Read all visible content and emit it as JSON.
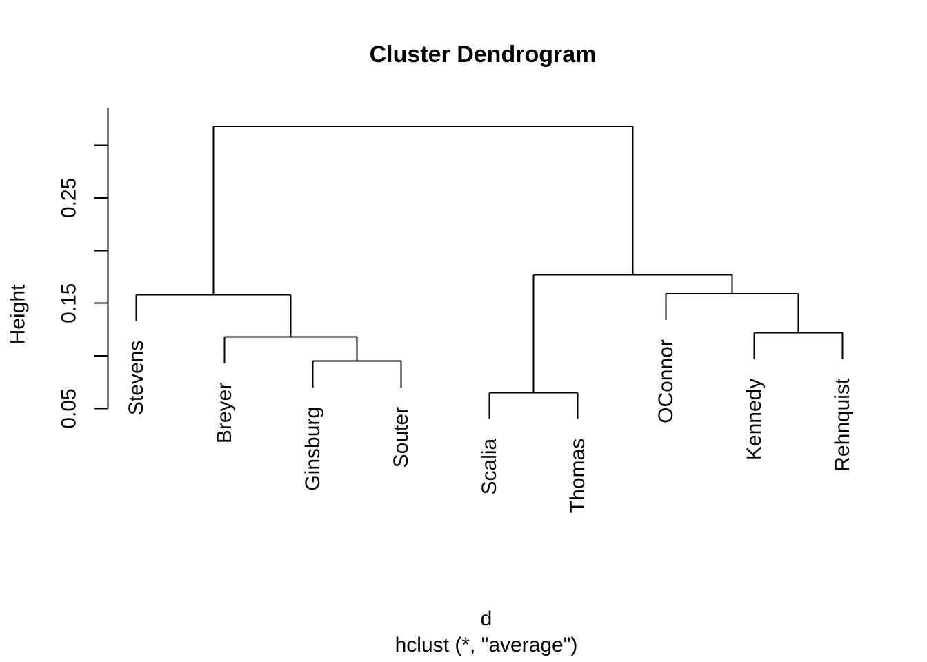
{
  "title": "Cluster Dendrogram",
  "colors": {
    "foreground": "#000000",
    "background": "#ffffff"
  },
  "chart_data": {
    "type": "dendrogram",
    "title": "Cluster Dendrogram",
    "ylabel": "Height",
    "xlabel": "d",
    "sub": "hclust (*, \"average\")",
    "linkage_method": "average",
    "distance_object": "d",
    "grid": false,
    "legend": "none",
    "leaves": [
      "Stevens",
      "Breyer",
      "Ginsburg",
      "Souter",
      "Scalia",
      "Thomas",
      "OConnor",
      "Kennedy",
      "Rehnquist"
    ],
    "merges": [
      {
        "cluster": "ScaliaThomas",
        "left": "Scalia",
        "right": "Thomas",
        "height": 0.065
      },
      {
        "cluster": "GinsburgSouter",
        "left": "Ginsburg",
        "right": "Souter",
        "height": 0.095
      },
      {
        "cluster": "BreyerGroup",
        "left": "Breyer",
        "right": "GinsburgSouter",
        "height": 0.118
      },
      {
        "cluster": "KennedyRehnquist",
        "left": "Kennedy",
        "right": "Rehnquist",
        "height": 0.122
      },
      {
        "cluster": "LeftWing",
        "left": "Stevens",
        "right": "BreyerGroup",
        "height": 0.158
      },
      {
        "cluster": "OConnorGroup",
        "left": "OConnor",
        "right": "KennedyRehnquist",
        "height": 0.159
      },
      {
        "cluster": "RightWing",
        "left": "ScaliaThomas",
        "right": "OConnorGroup",
        "height": 0.177
      },
      {
        "cluster": "Root",
        "left": "LeftWing",
        "right": "RightWing",
        "height": 0.318
      }
    ],
    "ylim": [
      0.05,
      0.3357
    ],
    "yticks": [
      0.05,
      0.1,
      0.15,
      0.2,
      0.25,
      0.3
    ],
    "ytick_labels": [
      "0.05",
      "",
      "0.15",
      "",
      "0.25",
      ""
    ],
    "hang": 0.025
  }
}
